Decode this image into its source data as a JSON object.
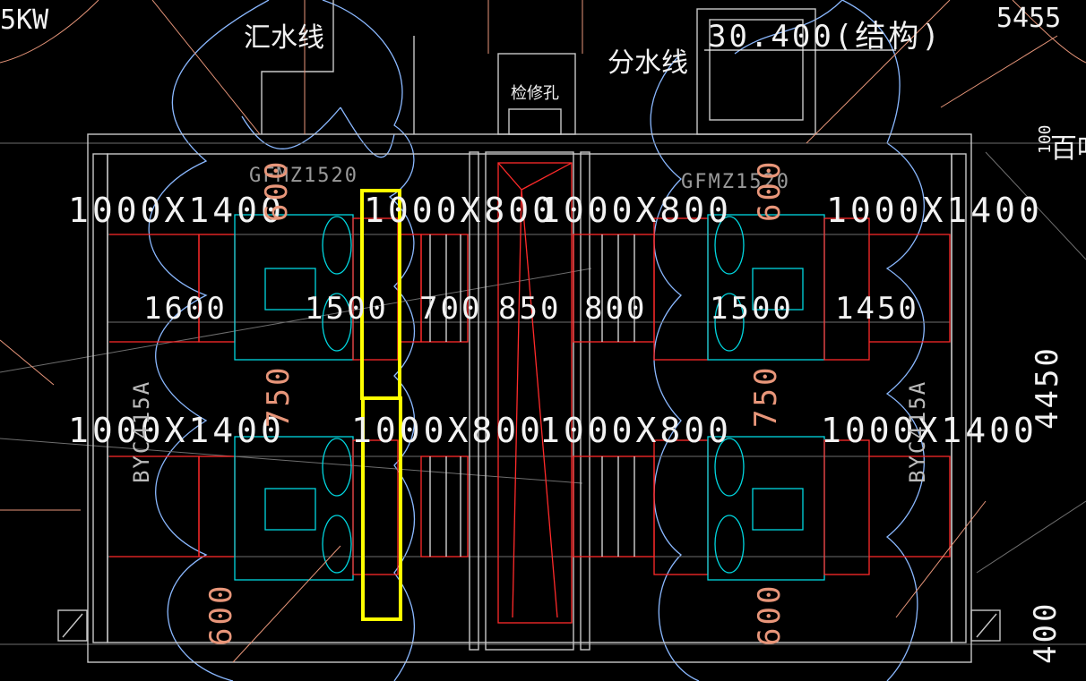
{
  "labels": {
    "corner_kw": "5KW",
    "corner_right": "5455",
    "huishui": "汇水线",
    "fenshui": "分水线",
    "jianxiukong": "检修孔",
    "structure_level": "30.400(结构)",
    "gfm_left": "GFMZ1520",
    "gfm_right": "GFMZ1520",
    "byc_left": "BYC415A",
    "byc_right": "BYC415A",
    "right_side_text": "百叶",
    "right_100": "100"
  },
  "duct_sizes": {
    "top_left": "1000X1400",
    "top_mid_left": "1000X800",
    "top_mid_right": "1000X800",
    "top_right": "1000X1400",
    "bot_left": "1000X1400",
    "bot_mid_left": "1000X800",
    "bot_mid_right": "1000X800",
    "bot_right": "1000X1400"
  },
  "dimensions": {
    "d1600": "1600",
    "d1500a": "1500",
    "d700": "700",
    "d850": "850",
    "d800": "800",
    "d1500b": "1500",
    "d1450": "1450",
    "d750_left": "750",
    "d750_right": "750",
    "d600_top_left": "600",
    "d600_top_right": "600",
    "d600_bot_left": "600",
    "d600_bot_right": "600",
    "d4450": "4450",
    "d400": "400"
  },
  "colors": {
    "background": "#000000",
    "wall": "#c8c8c8",
    "red": "#ff2a2a",
    "cyan": "#00d7e0",
    "blue_cloud": "#8ab8ff",
    "orange": "#e8967a",
    "highlight": "#ffff00"
  },
  "highlights": [
    "upper-column-box",
    "lower-column-box"
  ]
}
